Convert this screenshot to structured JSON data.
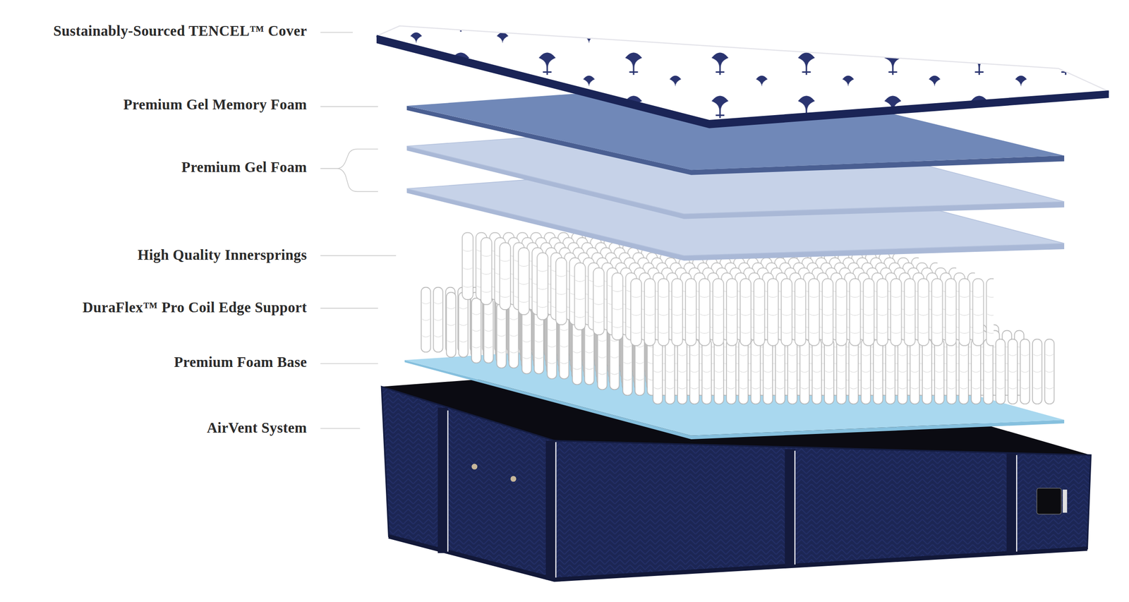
{
  "diagram": {
    "labels": [
      "Sustainably-Sourced TENCEL™ Cover",
      "Premium Gel Memory Foam",
      "Premium Gel Foam",
      "High Quality Innersprings",
      "DuraFlex™ Pro Coil Edge Support",
      "Premium Foam Base",
      "AirVent System"
    ]
  }
}
